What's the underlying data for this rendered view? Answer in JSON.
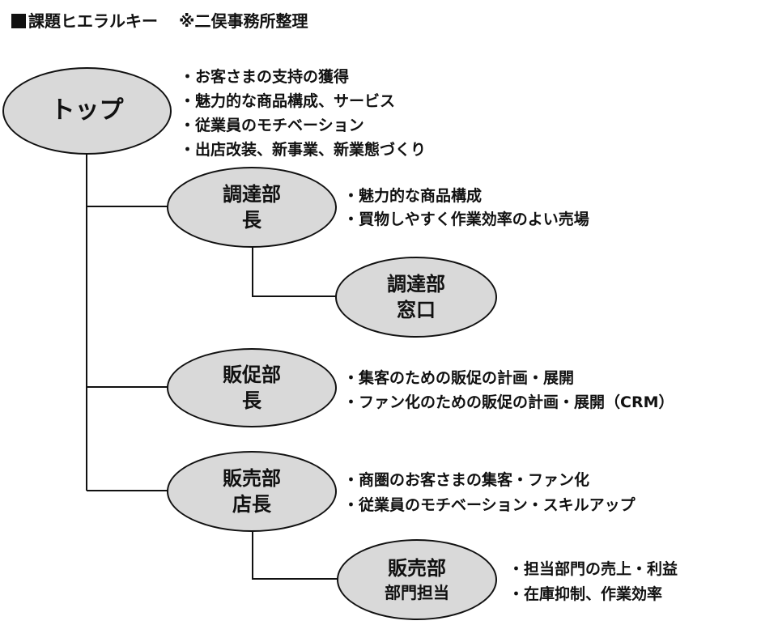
{
  "header": {
    "title": "課題ヒエラルキー",
    "note": "※二俣事務所整理"
  },
  "nodes": {
    "top": {
      "lines": [
        "トップ"
      ]
    },
    "procurement": {
      "lines": [
        "調達部",
        "長"
      ]
    },
    "procure_win": {
      "lines": [
        "調達部",
        "窓口"
      ]
    },
    "promotion": {
      "lines": [
        "販促部",
        "長"
      ]
    },
    "sales": {
      "lines": [
        "販売部",
        "店長"
      ]
    },
    "sales_dept": {
      "lines": [
        "販売部",
        "部門担当"
      ]
    }
  },
  "bullets": {
    "top": [
      "・お客さまの支持の獲得",
      "・魅力的な商品構成、サービス",
      "・従業員のモチベーション",
      "・出店改装、新事業、新業態づくり"
    ],
    "procurement": [
      "・魅力的な商品構成",
      "・買物しやすく作業効率のよい売場"
    ],
    "promotion": [
      "・集客のための販促の計画・展開",
      "・ファン化のための販促の計画・展開（CRM）"
    ],
    "sales": [
      "・商圏のお客さまの集客・ファン化",
      "・従業員のモチベーション・スキルアップ"
    ],
    "sales_dept": [
      "・担当部門の売上・利益",
      "・在庫抑制、作業効率"
    ]
  }
}
